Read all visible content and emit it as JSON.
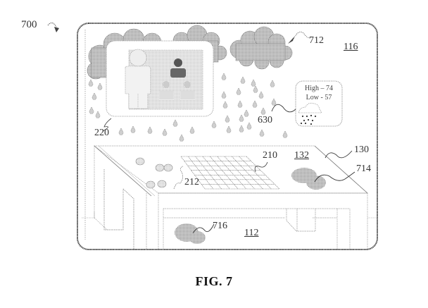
{
  "figure": {
    "caption": "FIG. 7",
    "figure_ref": "700"
  },
  "reference_labels": {
    "cloud_ref": "712",
    "environment_ref": "116",
    "video_display_ref": "220",
    "weather_widget_ref": "630",
    "table_ref": "130",
    "table_surface_ref": "132",
    "grid_ref": "210",
    "objects_ref": "212",
    "puddle_table_ref": "714",
    "puddle_floor_ref": "716",
    "floor_ref": "112"
  },
  "weather_widget": {
    "high_text": "High – 74",
    "low_text": "Low - 57",
    "icon": "rain-cloud-icon"
  },
  "colors": {
    "line": "#555555",
    "cloud_fill": "#a8a8a8",
    "puddle_fill": "#b5b5b5",
    "person_dark": "#555555",
    "person_light": "#d8d8d8"
  }
}
